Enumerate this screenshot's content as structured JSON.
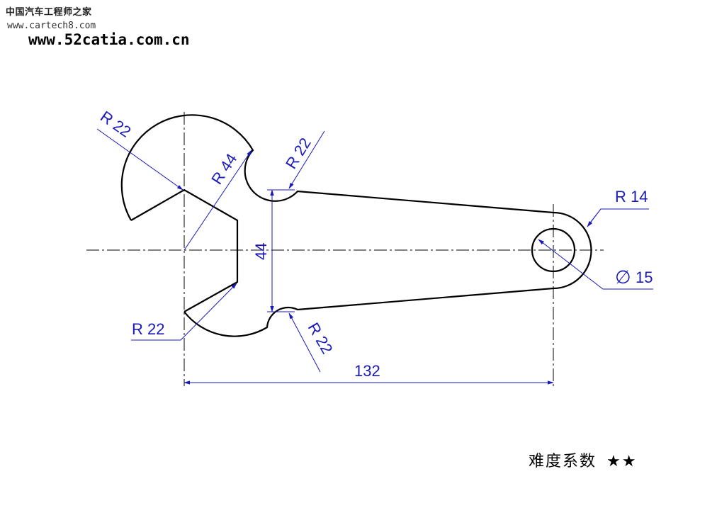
{
  "watermark": {
    "site_name": "中国汽车工程师之家",
    "url1": "www.cartech8.com",
    "url2": "www.52catia.com.cn"
  },
  "dimensions": {
    "r22_top_left": "R 22",
    "r44": "R 44",
    "r22_top_neck": "R 22",
    "r14": "R 14",
    "dia15": "15",
    "dia_symbol": "∅",
    "vertical_44": "44",
    "r22_bottom_left": "R 22",
    "r22_bottom_neck": "R 22",
    "length_132": "132"
  },
  "difficulty": {
    "label": "难度系数",
    "stars": "★★"
  },
  "colors": {
    "outline": "#000000",
    "dimension": "#1a1ab8"
  }
}
